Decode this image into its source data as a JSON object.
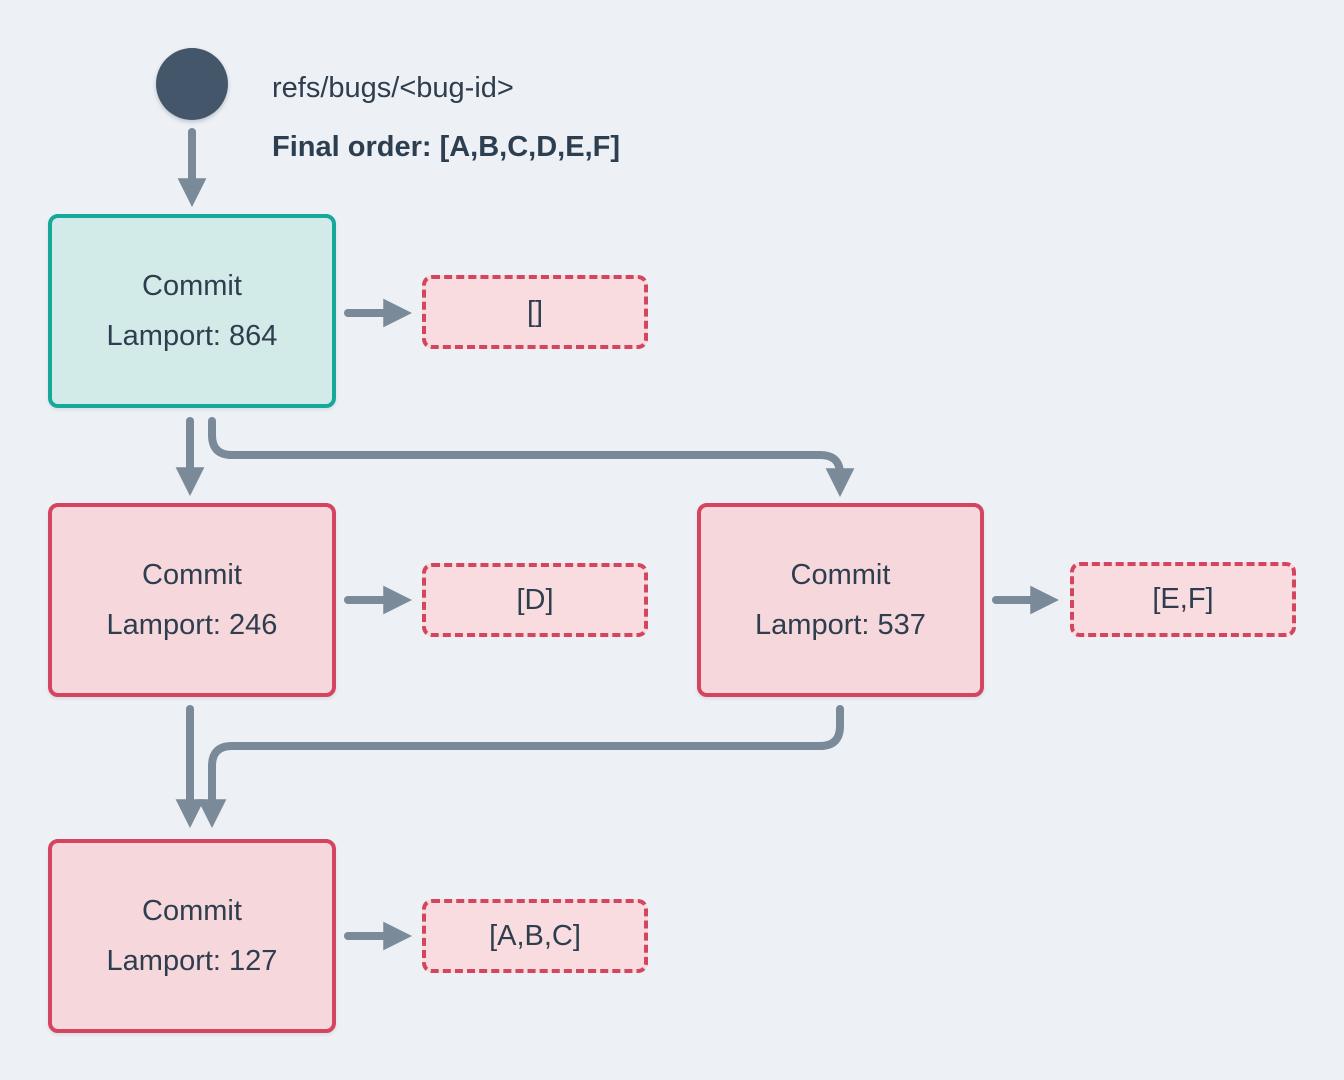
{
  "header": {
    "ref_label": "refs/bugs/<bug-id>",
    "final_order": "Final order: [A,B,C,D,E,F]"
  },
  "nodes": [
    {
      "id": "commit-864",
      "line1": "Commit",
      "line2": "Lamport: 864",
      "payload": "[]",
      "style": "head"
    },
    {
      "id": "commit-246",
      "line1": "Commit",
      "line2": "Lamport: 246",
      "payload": "[D]",
      "style": "red"
    },
    {
      "id": "commit-537",
      "line1": "Commit",
      "line2": "Lamport: 537",
      "payload": "[E,F]",
      "style": "red"
    },
    {
      "id": "commit-127",
      "line1": "Commit",
      "line2": "Lamport: 127",
      "payload": "[A,B,C]",
      "style": "red"
    }
  ],
  "edges": [
    {
      "from": "ref-head",
      "to": "commit-864"
    },
    {
      "from": "commit-864",
      "to": "payload-empty"
    },
    {
      "from": "commit-864",
      "to": "commit-246"
    },
    {
      "from": "commit-864",
      "to": "commit-537"
    },
    {
      "from": "commit-246",
      "to": "payload-d"
    },
    {
      "from": "commit-537",
      "to": "payload-ef"
    },
    {
      "from": "commit-246",
      "to": "commit-127"
    },
    {
      "from": "commit-537",
      "to": "commit-127"
    },
    {
      "from": "commit-127",
      "to": "payload-abc"
    }
  ],
  "colors": {
    "background": "#edf1f5",
    "ref_circle": "#44566a",
    "edge": "#7b8a98",
    "text": "#2e3e4e",
    "head_node_border": "#16a89b",
    "head_node_fill": "#d2ebe8",
    "commit_node_border": "#d4455f",
    "commit_node_fill": "#f6d7db",
    "payload_border": "#d4455f",
    "payload_fill": "#f8dce0"
  }
}
